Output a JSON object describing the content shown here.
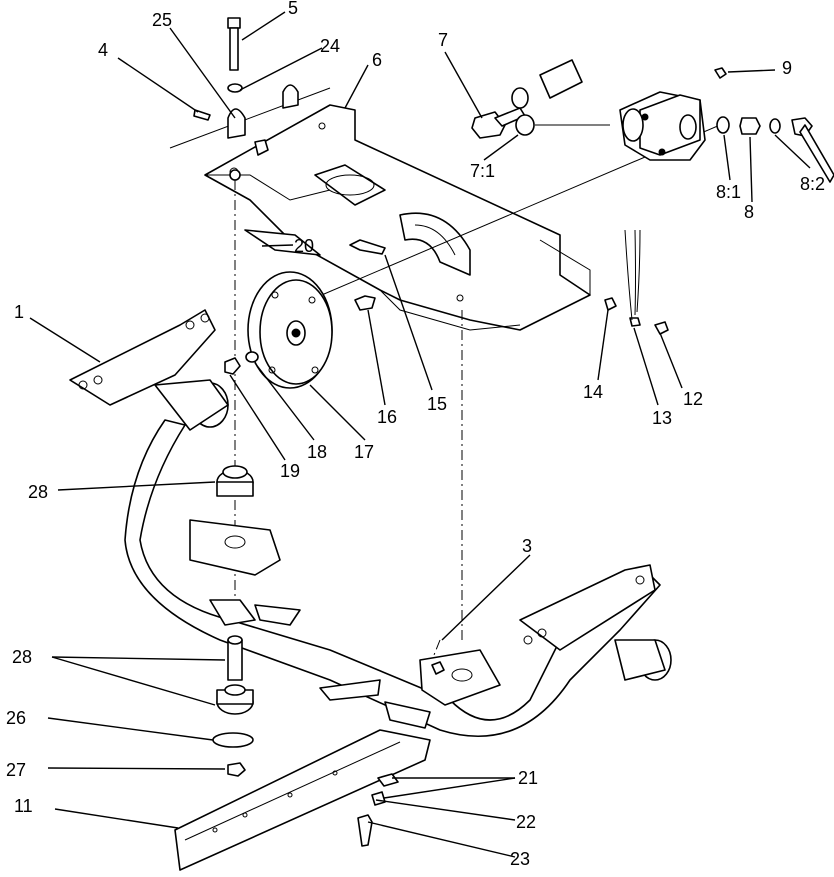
{
  "diagram": {
    "callouts": [
      {
        "id": "c1",
        "text": "1"
      },
      {
        "id": "c3",
        "text": "3"
      },
      {
        "id": "c4",
        "text": "4"
      },
      {
        "id": "c5",
        "text": "5"
      },
      {
        "id": "c6",
        "text": "6"
      },
      {
        "id": "c7",
        "text": "7"
      },
      {
        "id": "c7_1",
        "text": "7:1"
      },
      {
        "id": "c8",
        "text": "8"
      },
      {
        "id": "c8_1",
        "text": "8:1"
      },
      {
        "id": "c8_2",
        "text": "8:2"
      },
      {
        "id": "c9",
        "text": "9"
      },
      {
        "id": "c11",
        "text": "11"
      },
      {
        "id": "c12",
        "text": "12"
      },
      {
        "id": "c13",
        "text": "13"
      },
      {
        "id": "c14",
        "text": "14"
      },
      {
        "id": "c15",
        "text": "15"
      },
      {
        "id": "c16",
        "text": "16"
      },
      {
        "id": "c17",
        "text": "17"
      },
      {
        "id": "c18",
        "text": "18"
      },
      {
        "id": "c19",
        "text": "19"
      },
      {
        "id": "c20",
        "text": "20"
      },
      {
        "id": "c21",
        "text": "21"
      },
      {
        "id": "c22",
        "text": "22"
      },
      {
        "id": "c23",
        "text": "23"
      },
      {
        "id": "c24",
        "text": "24"
      },
      {
        "id": "c25",
        "text": "25"
      },
      {
        "id": "c26",
        "text": "26"
      },
      {
        "id": "c27",
        "text": "27"
      },
      {
        "id": "c28a",
        "text": "28"
      },
      {
        "id": "c28b",
        "text": "28"
      }
    ]
  }
}
